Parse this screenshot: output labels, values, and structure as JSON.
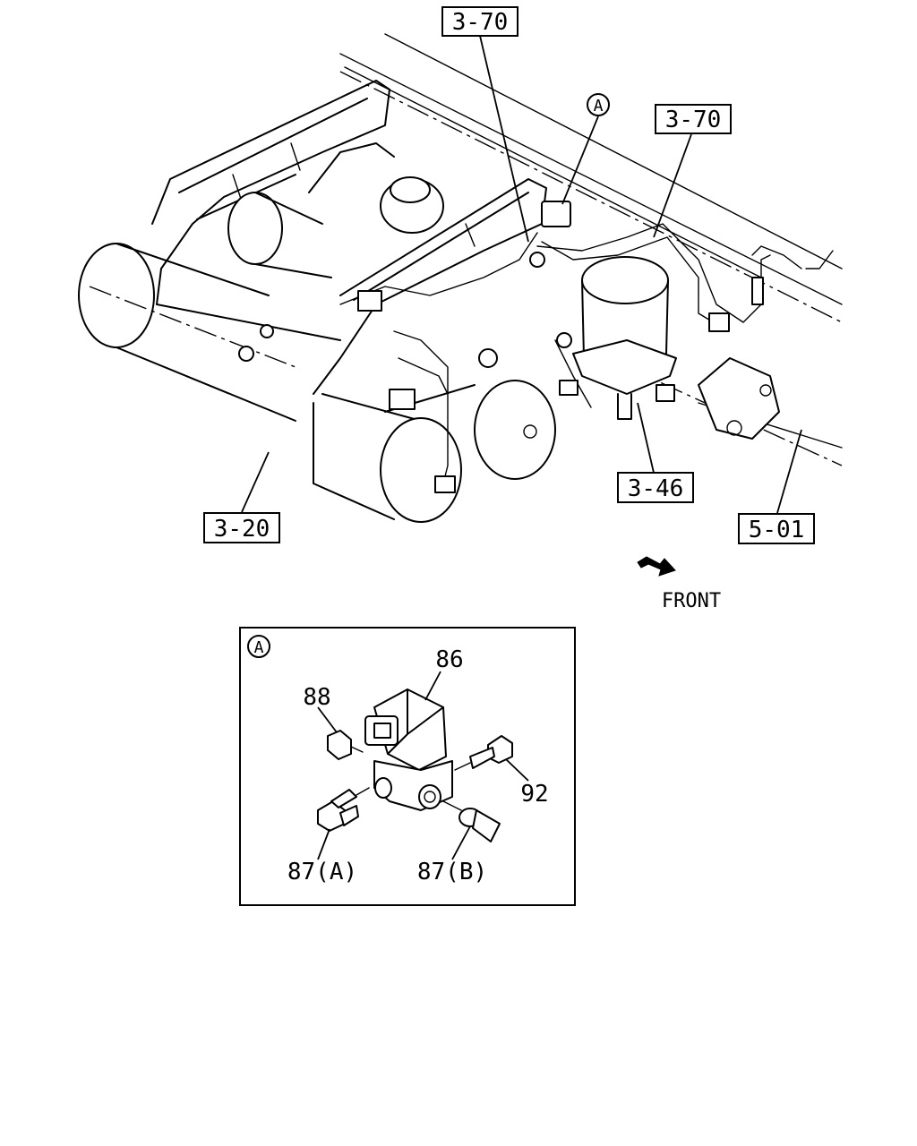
{
  "main_view": {
    "callouts": [
      {
        "id": "c1",
        "label": "3-70"
      },
      {
        "id": "c2",
        "label": "3-70"
      },
      {
        "id": "c3",
        "label": "3-46"
      },
      {
        "id": "c4",
        "label": "3-20"
      },
      {
        "id": "c5",
        "label": "5-01"
      }
    ],
    "detail_marker": "A",
    "direction_label": "FRONT"
  },
  "detail_view": {
    "marker": "A",
    "parts": [
      {
        "id": "p86",
        "label": "86"
      },
      {
        "id": "p88",
        "label": "88"
      },
      {
        "id": "p92",
        "label": "92"
      },
      {
        "id": "p87a",
        "label": "87(A)"
      },
      {
        "id": "p87b",
        "label": "87(B)"
      }
    ]
  }
}
